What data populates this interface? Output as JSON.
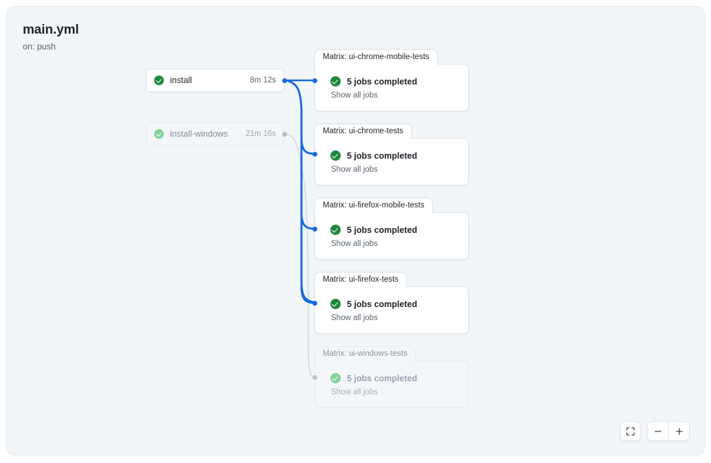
{
  "workflow": {
    "title": "main.yml",
    "trigger": "on: push"
  },
  "jobs": [
    {
      "name": "install",
      "duration": "8m 12s",
      "status_icon": "check-circle-icon",
      "dimmed": false
    },
    {
      "name": "install-windows",
      "duration": "21m 16s",
      "status_icon": "check-circle-icon",
      "dimmed": true
    }
  ],
  "matrices": [
    {
      "tab_label": "Matrix: ui-chrome-mobile-tests",
      "status_text": "5 jobs completed",
      "show_all_label": "Show all jobs",
      "status_icon": "check-circle-icon",
      "dimmed": false
    },
    {
      "tab_label": "Matrix: ui-chrome-tests",
      "status_text": "5 jobs completed",
      "show_all_label": "Show all jobs",
      "status_icon": "check-circle-icon",
      "dimmed": false
    },
    {
      "tab_label": "Matrix: ui-firefox-mobile-tests",
      "status_text": "5 jobs completed",
      "show_all_label": "Show all jobs",
      "status_icon": "check-circle-icon",
      "dimmed": false
    },
    {
      "tab_label": "Matrix: ui-firefox-tests",
      "status_text": "5 jobs completed",
      "show_all_label": "Show all jobs",
      "status_icon": "check-circle-icon",
      "dimmed": false
    },
    {
      "tab_label": "Matrix: ui-windows-tests",
      "status_text": "5 jobs completed",
      "show_all_label": "Show all jobs",
      "status_icon": "check-circle-icon",
      "dimmed": true
    }
  ],
  "controls": {
    "fit_icon": "fit-to-screen-icon",
    "zoom_out_icon": "minus-icon",
    "zoom_in_icon": "plus-icon"
  },
  "colors": {
    "success_green": "#1f883d",
    "success_green_pale": "#84d29a",
    "edge_blue": "#1768e0",
    "edge_gray": "#d4dae0",
    "canvas_bg": "#f2f6f9"
  }
}
